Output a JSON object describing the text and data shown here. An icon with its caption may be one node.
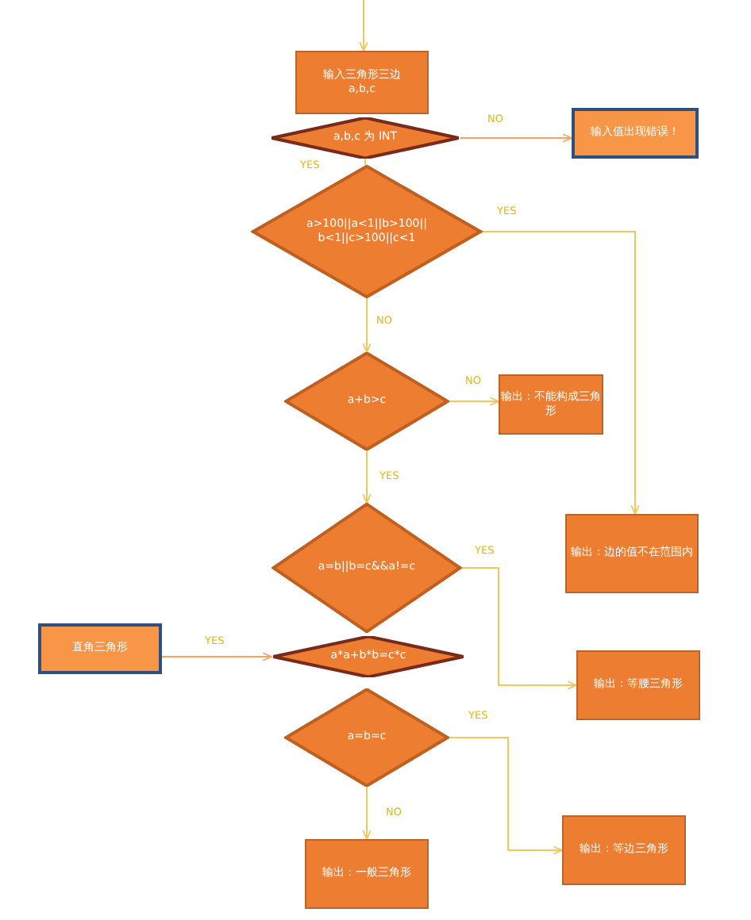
{
  "diagram": {
    "nodes": [
      {
        "text": [
          "输入三角形三边",
          "a,b,c"
        ]
      },
      {
        "text": [
          "a,b,c 为 INT"
        ]
      },
      {
        "text": [
          "输入值出现错误！"
        ]
      },
      {
        "text": [
          "a>100||a<1||b>100||b<1||c>100||c<1"
        ]
      },
      {
        "text": [
          "输出：边的值不在范围内"
        ]
      },
      {
        "text": [
          "a+b>c"
        ]
      },
      {
        "text": [
          "输出：不能构成三角形"
        ]
      },
      {
        "text": [
          "a=b||b=c&&a!=c"
        ]
      },
      {
        "text": [
          "输出：等腰三角形"
        ]
      },
      {
        "text": [
          "直角三角形"
        ]
      },
      {
        "text": [
          "a*a+b*b=c*c"
        ]
      },
      {
        "text": [
          "a=b=c"
        ]
      },
      {
        "text": [
          "输出：一般三角形"
        ]
      },
      {
        "text": [
          "输出：等边三角形"
        ]
      }
    ],
    "edges": [
      {
        "from": null,
        "to": 0,
        "arrow": "to"
      },
      {
        "from": 1,
        "to": 2,
        "arrow": "to",
        "label": "NO",
        "color": "#f4a460"
      },
      {
        "from": 1,
        "to": 3,
        "arrow": "none",
        "label": "YES"
      },
      {
        "from": 3,
        "to": 4,
        "arrow": "to",
        "label": "YES"
      },
      {
        "from": 3,
        "to": 5,
        "arrow": "to",
        "label": "NO"
      },
      {
        "from": 5,
        "to": 6,
        "arrow": "to",
        "label": "NO"
      },
      {
        "from": 5,
        "to": 7,
        "arrow": "to",
        "label": "YES"
      },
      {
        "from": 7,
        "to": 8,
        "arrow": "to",
        "label": "YES"
      },
      {
        "from": 9,
        "to": 10,
        "arrow": "to",
        "label": "YES",
        "color": "#f4a460"
      },
      {
        "from": 11,
        "to": 13,
        "arrow": "to",
        "label": "YES"
      },
      {
        "from": 11,
        "to": 12,
        "arrow": "to",
        "label": "NO"
      }
    ]
  }
}
